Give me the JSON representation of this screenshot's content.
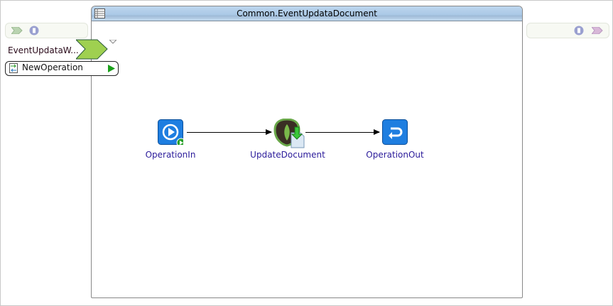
{
  "window_title": "Common.EventUpdataDocument",
  "source": {
    "name": "EventUpdataW...",
    "operation": "NewOperation"
  },
  "nodes": [
    {
      "label": "OperationIn"
    },
    {
      "label": "UpdateDocument"
    },
    {
      "label": "OperationOut"
    }
  ]
}
